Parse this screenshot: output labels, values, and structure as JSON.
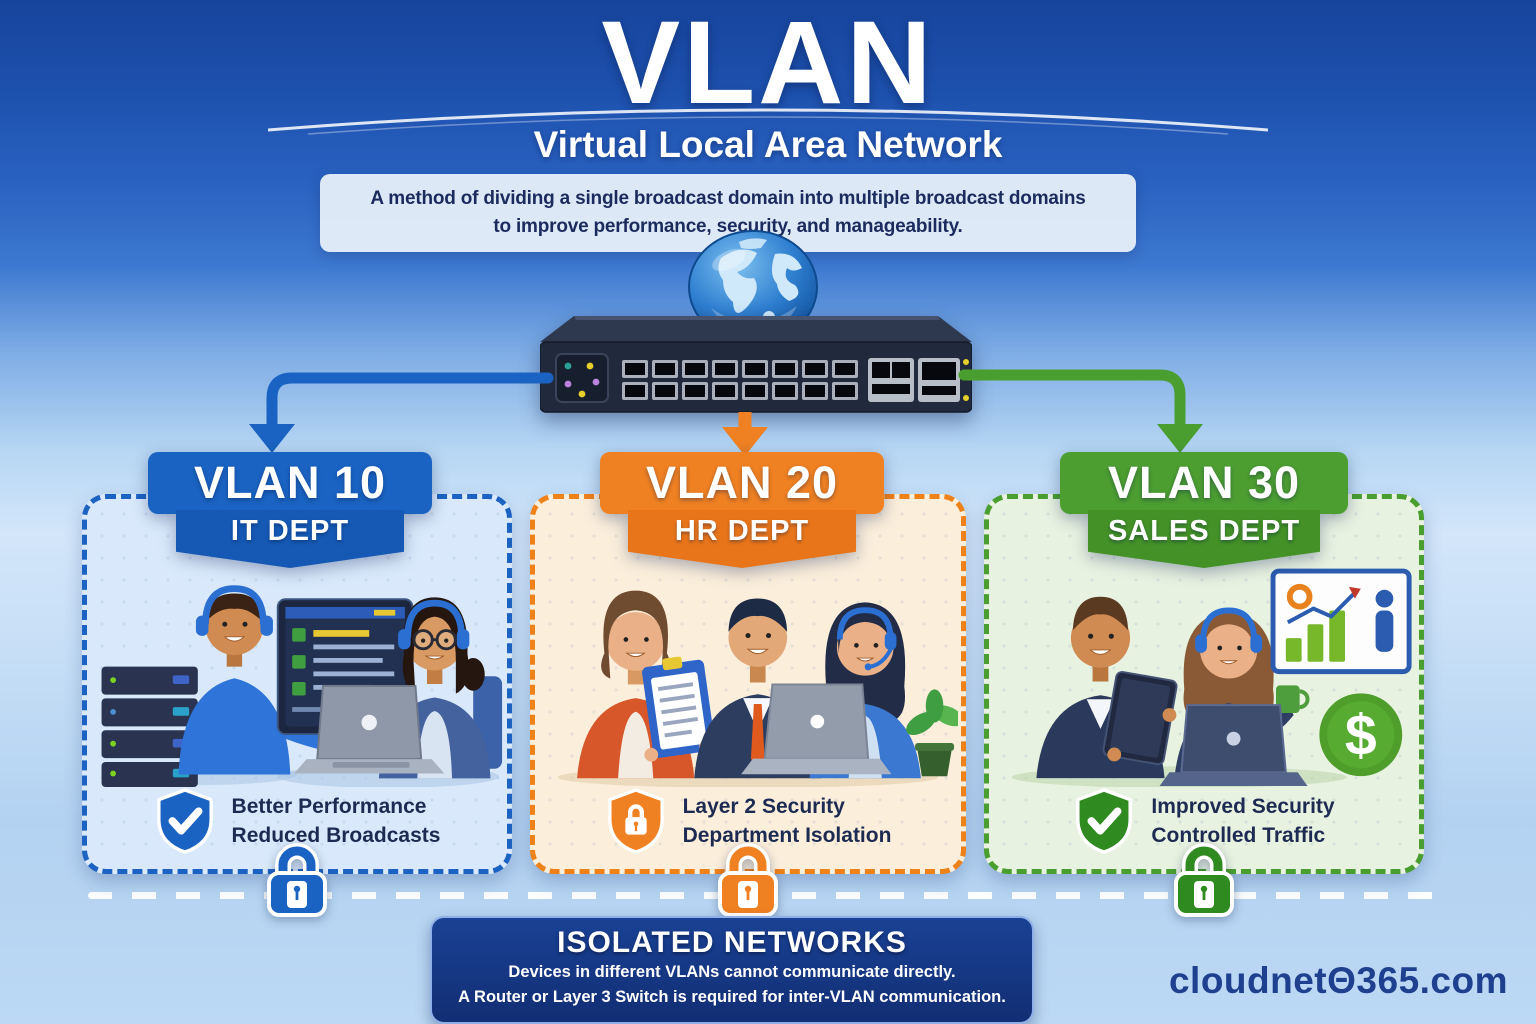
{
  "header": {
    "title": "VLAN",
    "subtitle": "Virtual Local Area Network",
    "description_line1": "A method of dividing a single broadcast domain into multiple broadcast domains",
    "description_line2": "to improve performance, security, and manageability."
  },
  "topology": {
    "internet_icon": "globe-icon",
    "core_device": "network-switch",
    "links": [
      {
        "target": "VLAN 10",
        "color": "#1a63c2"
      },
      {
        "target": "VLAN 20",
        "color": "#f08122"
      },
      {
        "target": "VLAN 30",
        "color": "#4a9e2f"
      }
    ]
  },
  "vlans": [
    {
      "name": "VLAN 10",
      "dept": "IT DEPT",
      "accent": "#1a63c2",
      "panel_bg": "#d9e9fb",
      "feature_icon": "shield-check-icon",
      "features": [
        "Better Performance",
        "Reduced Broadcasts"
      ],
      "lock_icon": "padlock-icon"
    },
    {
      "name": "VLAN 20",
      "dept": "HR DEPT",
      "accent": "#f08122",
      "panel_bg": "#fbeedb",
      "feature_icon": "shield-lock-icon",
      "features": [
        "Layer 2 Security",
        "Department Isolation"
      ],
      "lock_icon": "padlock-icon"
    },
    {
      "name": "VLAN 30",
      "dept": "SALES DEPT",
      "accent": "#4a9e2f",
      "panel_bg": "#e8f2e1",
      "feature_icon": "shield-check-icon",
      "features": [
        "Improved Security",
        "Controlled Traffic"
      ],
      "lock_icon": "padlock-icon"
    }
  ],
  "footer": {
    "title": "ISOLATED NETWORKS",
    "line1": "Devices in different VLANs cannot communicate directly.",
    "line2": "A Router or Layer 3 Switch is required for inter-VLAN communication."
  },
  "watermark": "cloudnetΘ365.com",
  "icons": {
    "dollar": "$"
  }
}
